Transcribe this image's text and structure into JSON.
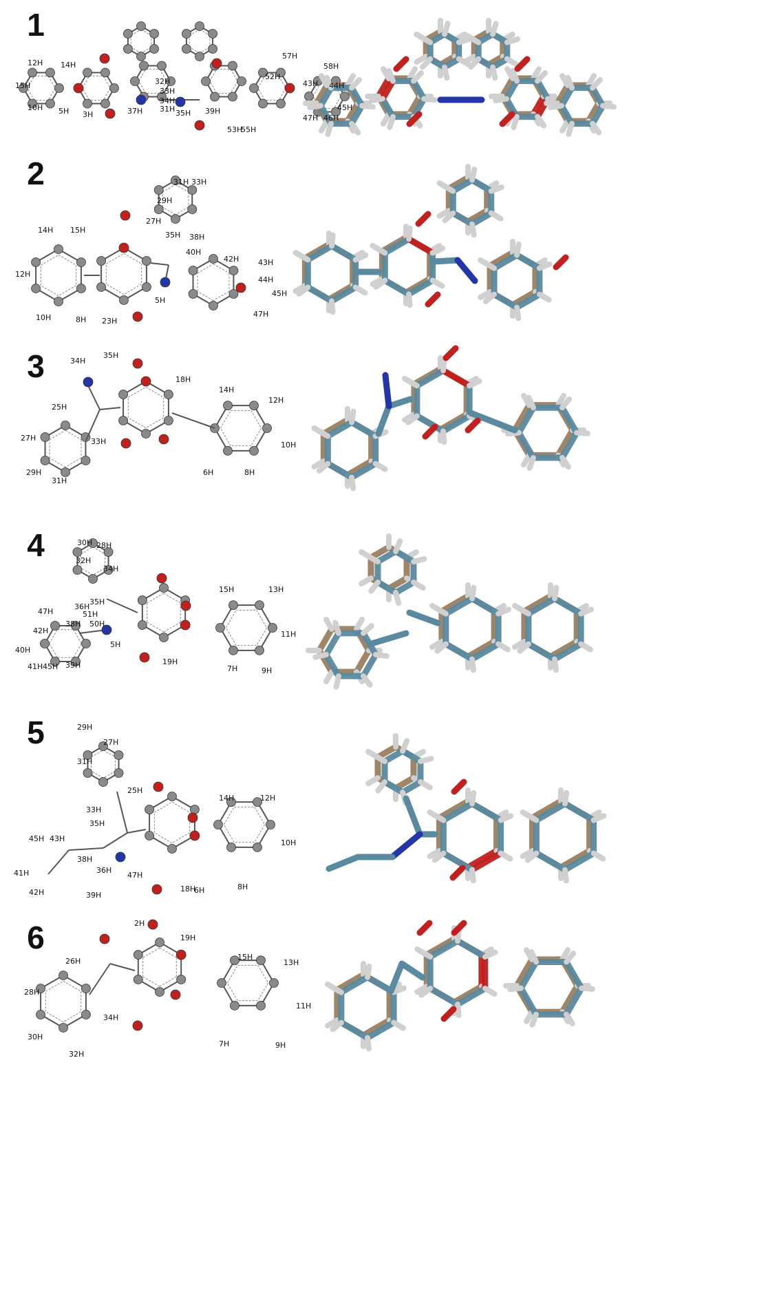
{
  "colors": {
    "background": "#ffffff",
    "carbon_ball": "#8a8a8a",
    "hydrogen_ball": "#d8d8d8",
    "oxygen": "#c0201e",
    "nitrogen": "#2236a8",
    "stick_calc": "#5a8aa0",
    "stick_exp": "#9a8060",
    "stick_h": "#d0d0d0"
  },
  "panels": [
    {
      "number": "1",
      "labels": [
        "12H",
        "14H",
        "15H",
        "10H",
        "5H",
        "3H",
        "37H",
        "32H",
        "33H",
        "34H",
        "31H",
        "35H",
        "39H",
        "52H",
        "57H",
        "58H",
        "43H",
        "44H",
        "45H",
        "46H",
        "47H",
        "53H",
        "55H"
      ]
    },
    {
      "number": "2",
      "labels": [
        "14H",
        "15H",
        "12H",
        "10H",
        "8H",
        "23H",
        "27H",
        "29H",
        "31H",
        "33H",
        "35H",
        "38H",
        "40H",
        "42H",
        "43H",
        "44H",
        "45H",
        "47H",
        "5H"
      ]
    },
    {
      "number": "3",
      "labels": [
        "34H",
        "35H",
        "18H",
        "14H",
        "12H",
        "10H",
        "8H",
        "6H",
        "25H",
        "27H",
        "29H",
        "31H",
        "33H"
      ]
    },
    {
      "number": "4",
      "labels": [
        "30H",
        "28H",
        "32H",
        "34H",
        "35H",
        "36H",
        "47H",
        "42H",
        "40H",
        "41H",
        "45H",
        "39H",
        "5H",
        "15H",
        "13H",
        "11H",
        "7H",
        "9H",
        "19H",
        "51H",
        "50H",
        "38H"
      ]
    },
    {
      "number": "5",
      "labels": [
        "29H",
        "27H",
        "31H",
        "25H",
        "33H",
        "35H",
        "14H",
        "12H",
        "10H",
        "8H",
        "6H",
        "18H",
        "38H",
        "36H",
        "47H",
        "45H",
        "43H",
        "41H",
        "42H",
        "39H"
      ]
    },
    {
      "number": "6",
      "labels": [
        "2H",
        "19H",
        "15H",
        "13H",
        "11H",
        "9H",
        "7H",
        "26H",
        "28H",
        "30H",
        "32H",
        "34H"
      ]
    }
  ]
}
